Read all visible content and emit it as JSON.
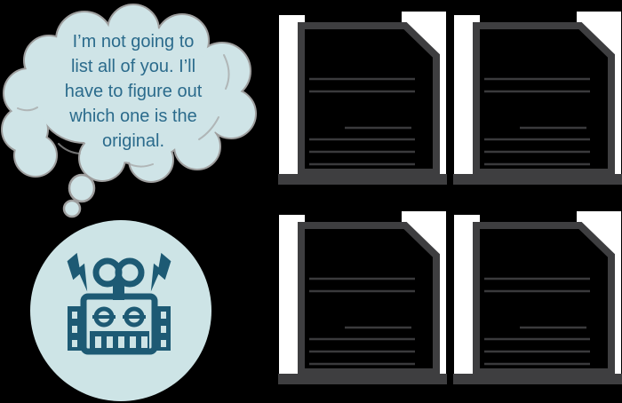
{
  "illustration": {
    "background_color": "#000000",
    "thought_bubble": {
      "fill_color": "#cfe4e7",
      "outline_color": "#9e9e9e",
      "text_color": "#2b6b8c",
      "full_text": "I’m not going to list all of you. I’ll have to figure out which one is the original.",
      "lines": [
        "I’m not going to",
        "list all of you. I’ll",
        "have to figure out",
        "which one is the",
        "original."
      ]
    },
    "robot": {
      "icon": "robot-icon",
      "circle_color": "#cde4e6",
      "icon_color": "#1d5a74",
      "decorations": [
        "lightning-bolt-icon",
        "lightning-bolt-icon"
      ]
    },
    "documents": {
      "icon": "document-icon",
      "count": 4,
      "outline_color": "#3e3e40",
      "sheet_color": "#ffffff",
      "page_fill_color": "#000000",
      "text_line_color": "#3a3a3c",
      "items": [
        {
          "id": "document-1",
          "position": "top-left"
        },
        {
          "id": "document-2",
          "position": "top-right"
        },
        {
          "id": "document-3",
          "position": "bottom-left"
        },
        {
          "id": "document-4",
          "position": "bottom-right"
        }
      ]
    }
  }
}
